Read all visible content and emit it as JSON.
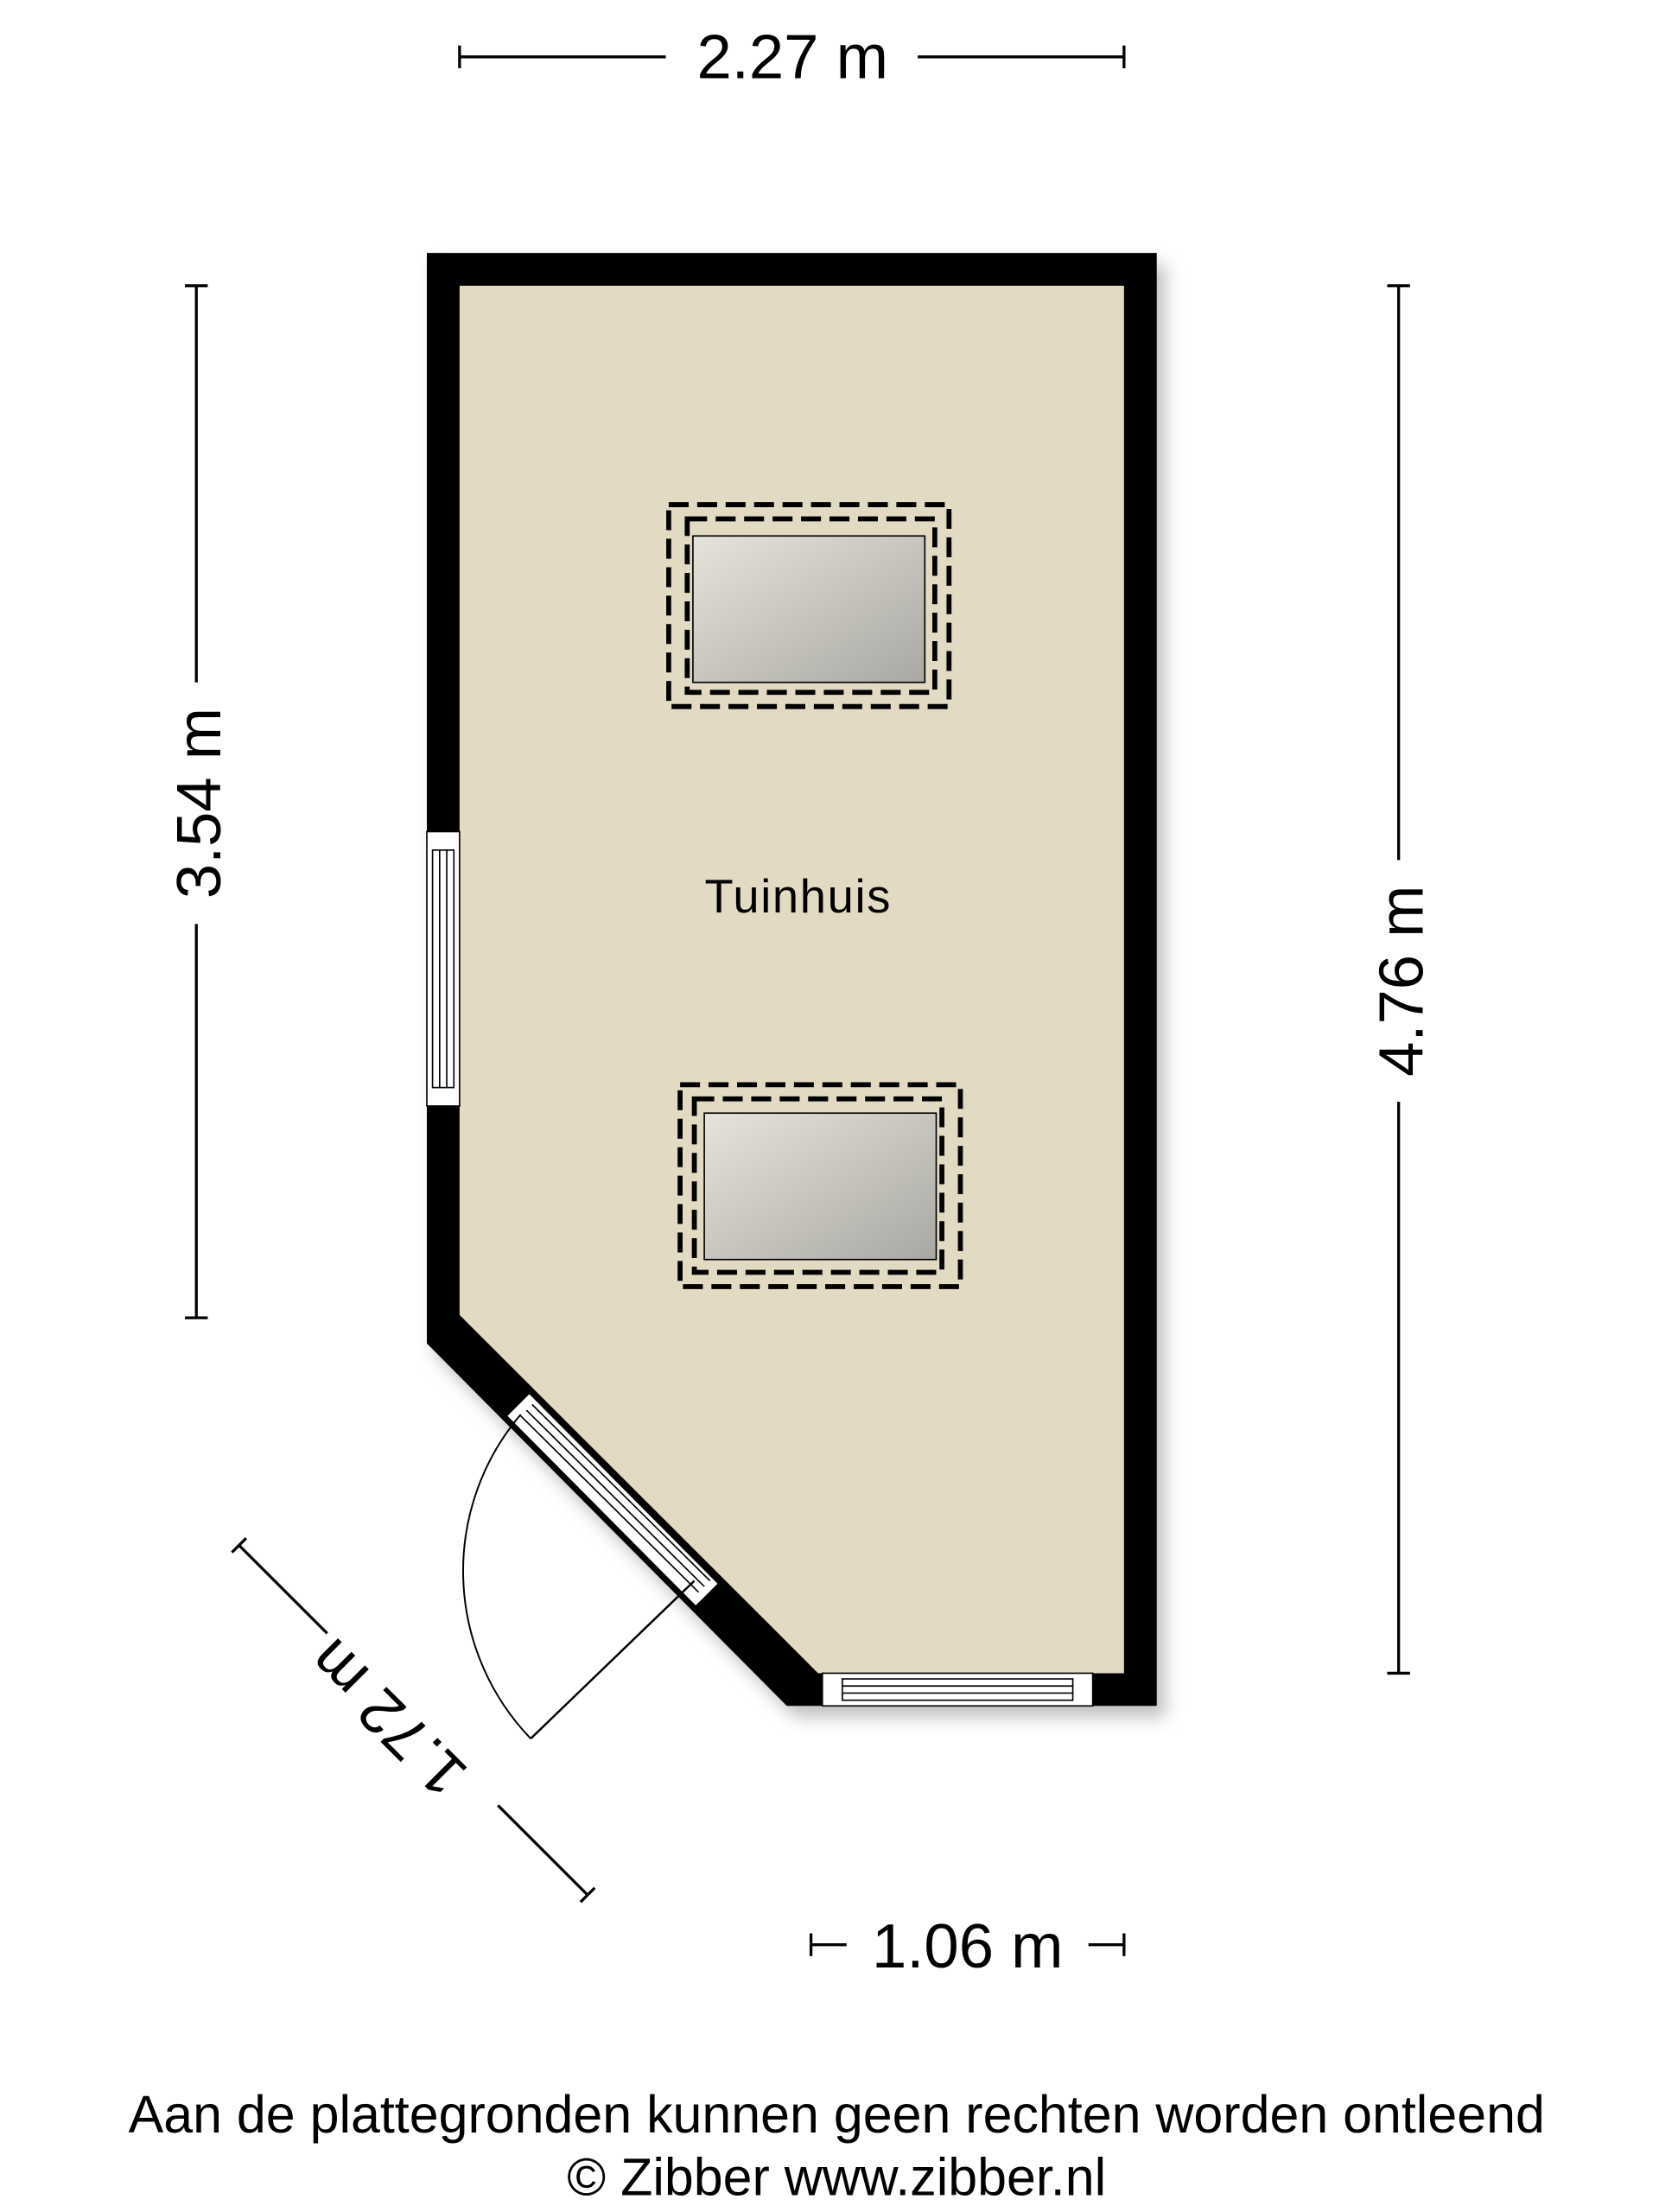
{
  "room": {
    "name": "Tuinhuis"
  },
  "dimensions": {
    "top": "2.27 m",
    "left": "3.54 m",
    "right": "4.76 m",
    "bottom": "1.06 m",
    "diagonal": "1.72 m"
  },
  "footer": {
    "disclaimer": "Aan de plattegronden kunnen geen rechten worden ontleend",
    "copyright": "© Zibber www.zibber.nl"
  },
  "colors": {
    "floor": "#e3dac4",
    "wall": "#000000",
    "glass": "#b8b6ae"
  }
}
